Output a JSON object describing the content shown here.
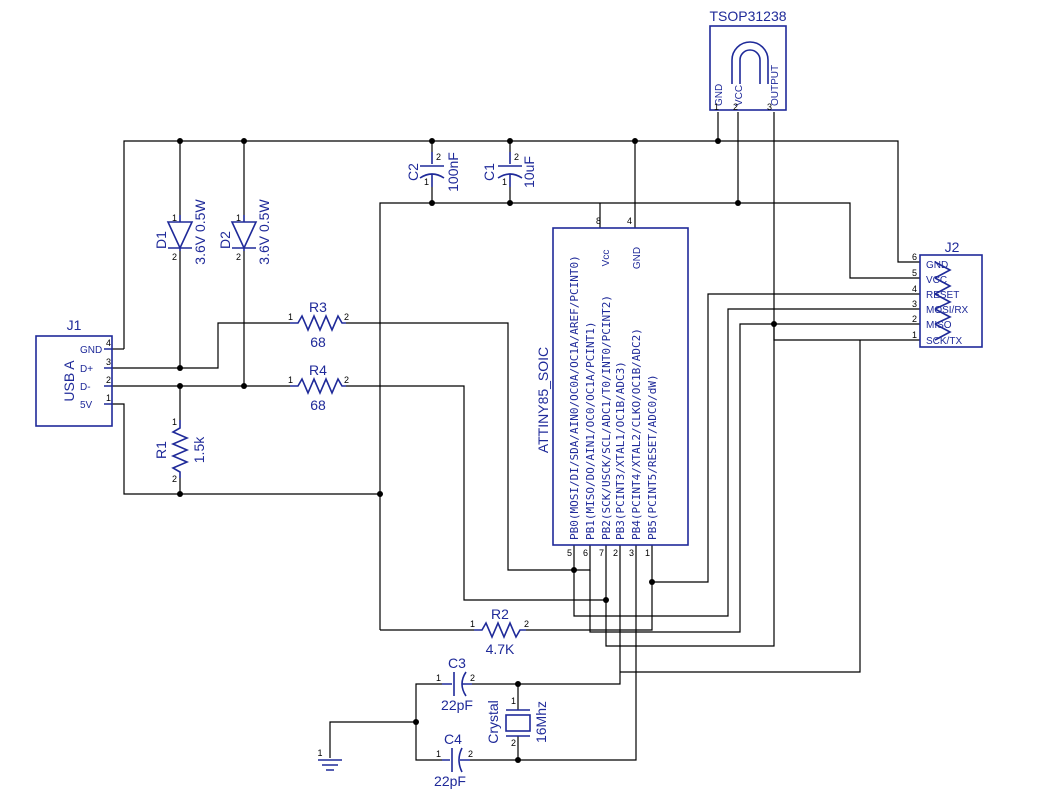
{
  "j1": {
    "ref": "J1",
    "type": "USB A",
    "pins": [
      {
        "name": "GND",
        "num": "4"
      },
      {
        "name": "D+",
        "num": "3"
      },
      {
        "name": "D-",
        "num": "2"
      },
      {
        "name": "5V",
        "num": "1"
      }
    ]
  },
  "j2": {
    "ref": "J2",
    "pins": [
      {
        "name": "GND",
        "num": "6"
      },
      {
        "name": "VCC",
        "num": "5"
      },
      {
        "name": "RESET",
        "num": "4"
      },
      {
        "name": "MOSI/RX",
        "num": "3"
      },
      {
        "name": "MISO",
        "num": "2"
      },
      {
        "name": "SCK/TX",
        "num": "1"
      }
    ]
  },
  "tsop": {
    "ref": "TSOP31238",
    "pins": [
      {
        "name": "GND",
        "num": "1"
      },
      {
        "name": "VCC",
        "num": "2"
      },
      {
        "name": "OUTPUT",
        "num": "3"
      }
    ]
  },
  "d1": {
    "ref": "D1",
    "value": "3.6V 0.5W",
    "pin_a": "1",
    "pin_b": "2"
  },
  "d2": {
    "ref": "D2",
    "value": "3.6V 0.5W",
    "pin_a": "1",
    "pin_b": "2"
  },
  "c1": {
    "ref": "C1",
    "value": "10uF",
    "pin_a": "2",
    "pin_b": "1"
  },
  "c2": {
    "ref": "C2",
    "value": "100nF",
    "pin_a": "2",
    "pin_b": "1"
  },
  "c3": {
    "ref": "C3",
    "value": "22pF",
    "pin_a": "1",
    "pin_b": "2"
  },
  "c4": {
    "ref": "C4",
    "value": "22pF",
    "pin_a": "1",
    "pin_b": "2"
  },
  "r1": {
    "ref": "R1",
    "value": "1.5k",
    "pin_a": "1",
    "pin_b": "2"
  },
  "r2": {
    "ref": "R2",
    "value": "4.7K",
    "pin_a": "1",
    "pin_b": "2"
  },
  "r3": {
    "ref": "R3",
    "value": "68",
    "pin_a": "1",
    "pin_b": "2"
  },
  "r4": {
    "ref": "R4",
    "value": "68",
    "pin_a": "1",
    "pin_b": "2"
  },
  "crystal": {
    "ref": "Crystal",
    "value": "16Mhz",
    "pin_a": "1",
    "pin_b": "2"
  },
  "ic": {
    "ref": "ATTINY85_SOIC",
    "top_pins": [
      {
        "name": "Vcc",
        "num": "8"
      },
      {
        "name": "GND",
        "num": "4"
      }
    ],
    "bottom_pins": [
      {
        "name": "PB0(MOSI/DI/SDA/AIN0/OC0A/OC1A/AREF/PCINT0)",
        "num": "5"
      },
      {
        "name": "PB1(MISO/DO/AIN1/OC0/OC1A/PCINT1)",
        "num": "6"
      },
      {
        "name": "PB2(SCK/USCK/SCL/ADC1/T0/INT0/PCINT2)",
        "num": "7"
      },
      {
        "name": "PB3(PCINT3/XTAL1/OC1B/ADC3)",
        "num": "2"
      },
      {
        "name": "PB4(PCINT4/XTAL2/CLKO/OC1B/ADC2)",
        "num": "3"
      },
      {
        "name": "PB5(PCINT5/RESET/ADC0/dW)",
        "num": "1"
      }
    ]
  }
}
